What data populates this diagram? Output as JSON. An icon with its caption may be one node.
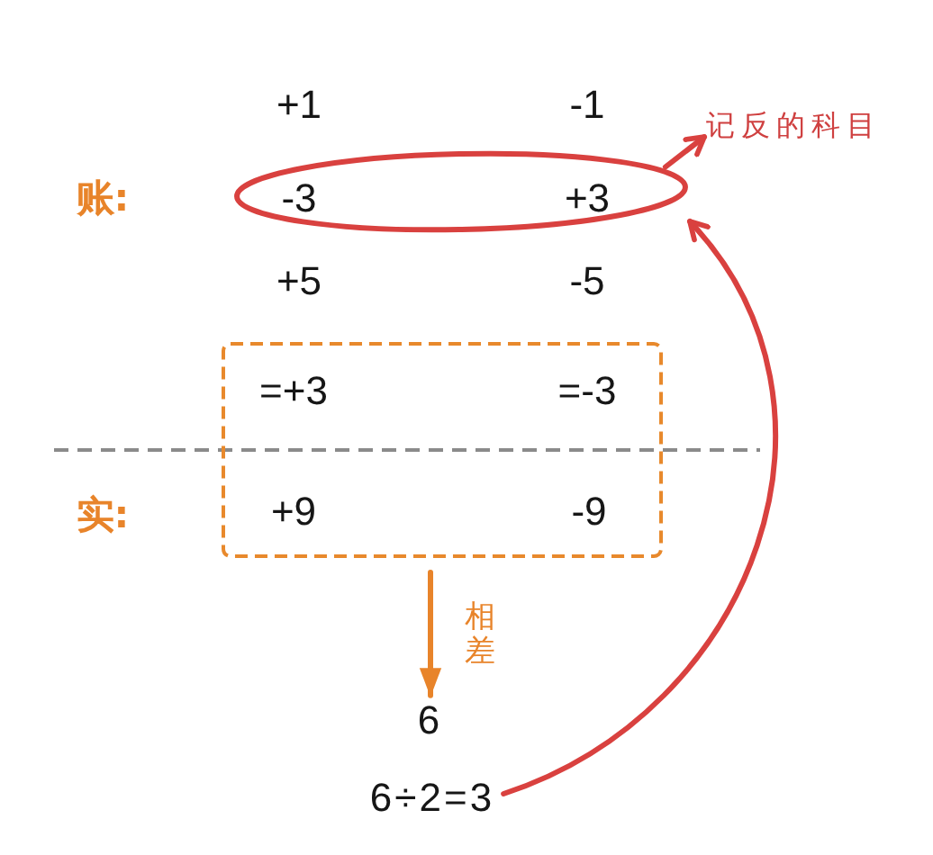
{
  "diagram": {
    "nodes": [
      {
        "text": [
          "-3",
          "+3"
        ]
      },
      {
        "text": [
          "记反的科目"
        ]
      },
      {
        "text": [
          "=+3",
          "=-3",
          "+9",
          "-9"
        ]
      },
      {
        "text": [
          "6"
        ]
      },
      {
        "text": [
          "6÷2=3"
        ]
      }
    ],
    "edges": [
      {
        "from": 0,
        "to": 1,
        "arrow": "to"
      },
      {
        "from": 2,
        "to": 3,
        "arrow": "to",
        "label": "相差",
        "color": "#e8842a"
      },
      {
        "from": 4,
        "to": 0,
        "arrow": "to"
      }
    ],
    "labels": [
      "+1",
      "-1",
      "账:",
      "+5",
      "-5",
      "实:"
    ]
  }
}
